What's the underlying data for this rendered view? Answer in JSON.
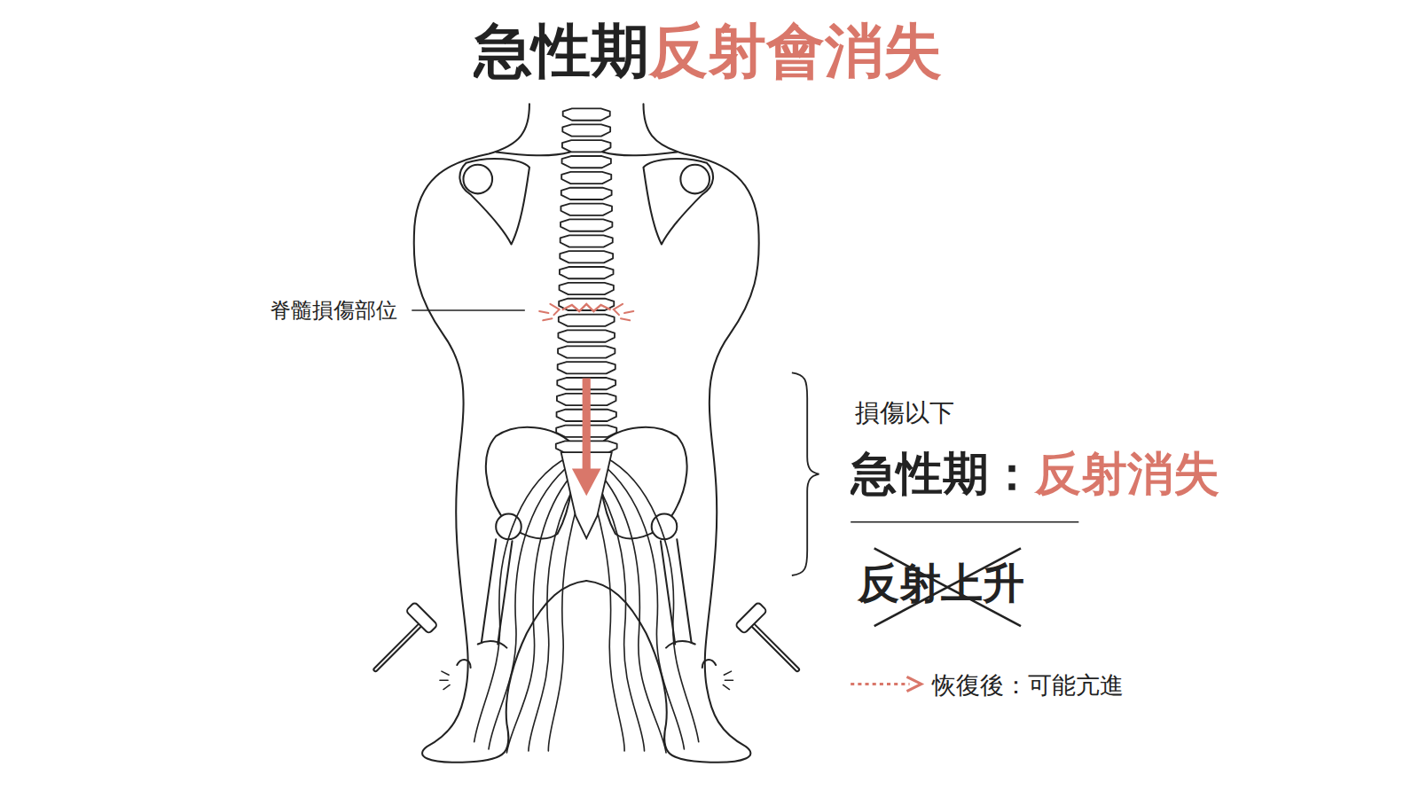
{
  "diagram": {
    "title": "急性期反射會消失",
    "labels": [
      "脊髓損傷部位",
      "損傷以下",
      "急性期：反射消失",
      "反射上升"
    ],
    "legend": [
      {
        "text": "恢復後：可能亢進"
      }
    ]
  }
}
